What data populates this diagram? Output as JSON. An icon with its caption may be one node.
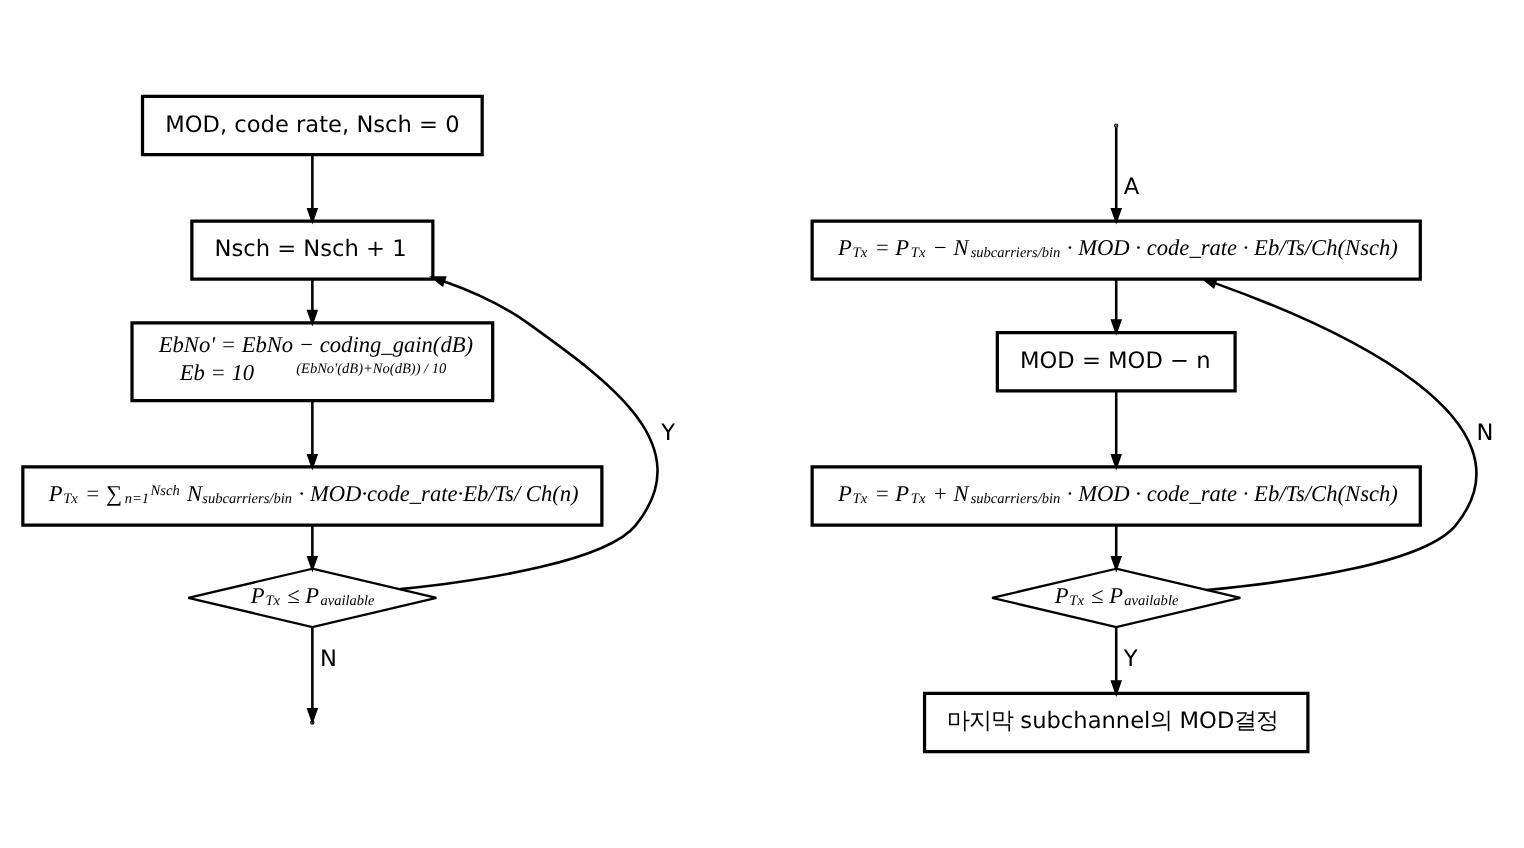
{
  "diagram": {
    "nodes": [
      {
        "text": [
          "MOD, code rate, Nsch = 0"
        ]
      },
      {
        "text": [
          "Nsch = Nsch + 1"
        ]
      },
      {
        "text": [
          "EbNo' = EbNo − coding_gain(dB)",
          "Eb = 10$^{(EbNo'(dB)+No(dB)) / 10}$"
        ]
      },
      {
        "text": [
          "P$_{Tx}$ = ∑$_{n=1}$$^{Nsch}$ N$_{subcarriers/bin}$ · MOD·code_rate·Eb/Ts/ Ch(n)"
        ]
      },
      {
        "text": [
          "P$_{Tx}$ ≤ P$_{available}$"
        ]
      },
      {
        "text": [
          "P$_{Tx}$ = P$_{Tx}$ − N$_{subcarriers/bin}$ · MOD · code_rate · Eb/Ts/Ch(Nsch)"
        ]
      },
      {
        "text": [
          "MOD = MOD − n"
        ]
      },
      {
        "text": [
          "P$_{Tx}$ = P$_{Tx}$ + N$_{subcarriers/bin}$ · MOD · code_rate · Eb/Ts/Ch(Nsch)"
        ]
      },
      {
        "text": [
          "P$_{Tx}$ ≤ P$_{available}$"
        ]
      },
      {
        "text": [
          "마지막 subchannel의 MOD결정"
        ]
      }
    ],
    "edges": [
      {
        "from": 0,
        "to": 1,
        "arrow": "to"
      },
      {
        "from": 1,
        "to": 2,
        "arrow": "to"
      },
      {
        "from": 2,
        "to": 3,
        "arrow": "to"
      },
      {
        "from": 3,
        "to": 4,
        "arrow": "to"
      },
      {
        "from": 4,
        "to": 1,
        "arrow": "to",
        "label": "Y"
      },
      {
        "from": 4,
        "to": null,
        "arrow": "to",
        "label": "N"
      },
      {
        "from": null,
        "to": 5,
        "arrow": "to",
        "label": "A"
      },
      {
        "from": 5,
        "to": 6,
        "arrow": "to"
      },
      {
        "from": 6,
        "to": 7,
        "arrow": "to"
      },
      {
        "from": 7,
        "to": 8,
        "arrow": "to"
      },
      {
        "from": 8,
        "to": 9,
        "arrow": "to",
        "label": "Y"
      },
      {
        "from": 8,
        "to": 5,
        "arrow": "to",
        "label": "N"
      }
    ]
  }
}
